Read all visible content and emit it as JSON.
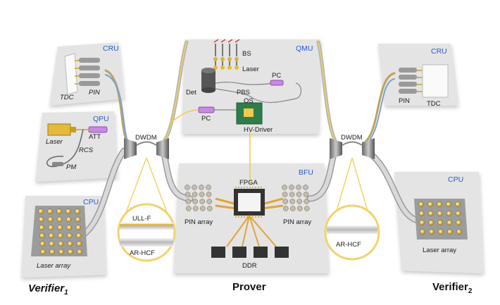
{
  "verifier1": {
    "cru": {
      "tag": "CRU",
      "tdc": "TDC",
      "pin": "PIN"
    },
    "qpu": {
      "tag": "QPU",
      "att": "ATT",
      "laser": "Laser",
      "rcs": "RCS",
      "pm": "PM"
    },
    "cpu": {
      "tag": "CPU",
      "laser_array": "Laser array"
    },
    "dwdm": "DWDM",
    "name": "Verifier",
    "sub": "1"
  },
  "prover": {
    "qmu": {
      "tag": "QMU",
      "bs": "BS",
      "laser": "Laser",
      "det": "Det",
      "pbs": "PBS",
      "pc1": "PC",
      "pc2": "PC",
      "os": "OS",
      "hv": "HV-Driver"
    },
    "bfu": {
      "tag": "BFU",
      "fpga": "FPGA",
      "pin_left": "PIN array",
      "pin_right": "PIN array",
      "ddr": "DDR"
    },
    "name": "Prover"
  },
  "verifier2": {
    "cru": {
      "tag": "CRU",
      "pin": "PIN",
      "tdc": "TDC"
    },
    "cpu": {
      "tag": "CPU",
      "laser_array": "Laser array"
    },
    "dwdm": "DWDM",
    "name": "Verifier",
    "sub": "2"
  },
  "fibers": {
    "left_top": "ULL-F",
    "left_bottom": "AR-HCF",
    "right": "AR-HCF"
  },
  "colors": {
    "panel": "#e6e6e6",
    "tag": "#2a5ac8",
    "fiber_yellow": "#f2c94c",
    "purple_component": "#b070d8",
    "chip_green": "#2f7d4a"
  }
}
